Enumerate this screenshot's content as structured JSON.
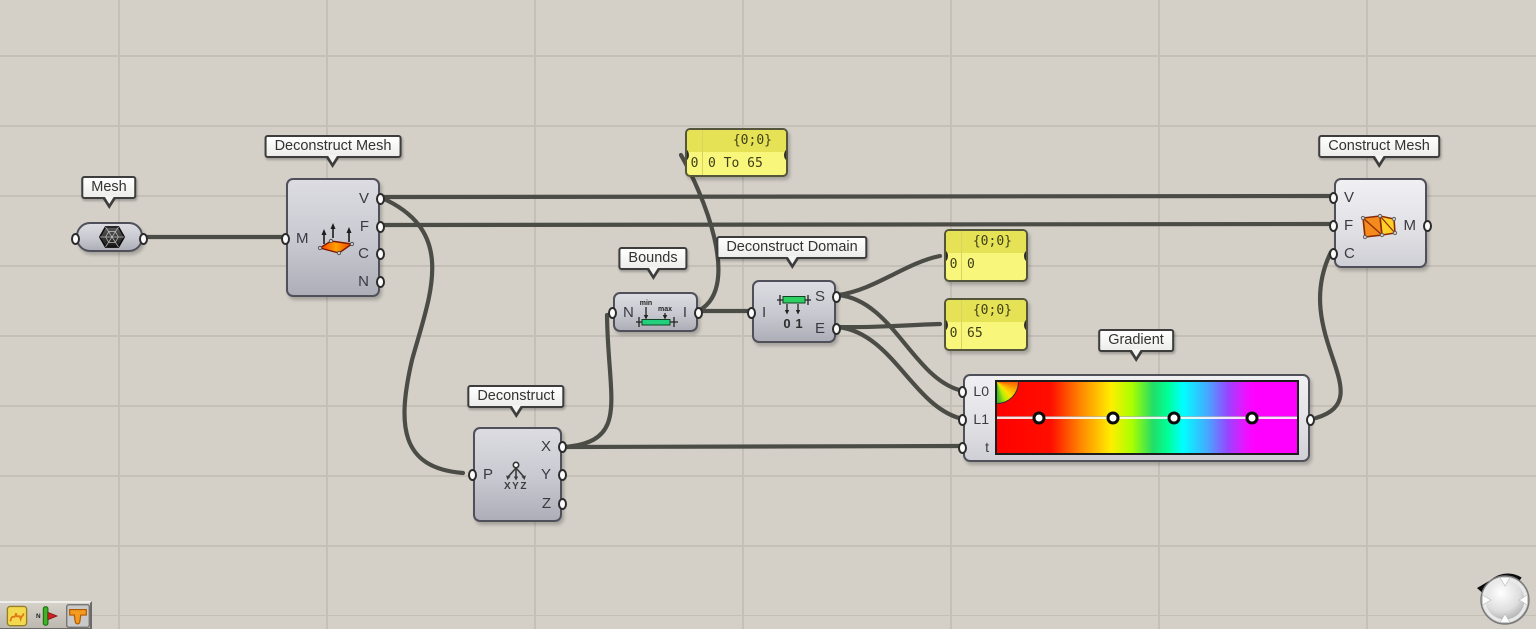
{
  "canvas": {
    "background_color": "#d4d0c8",
    "grid_color": "#c4c0b8",
    "wire_color": "#4c4c47"
  },
  "components": {
    "mesh_param": {
      "label": "Mesh",
      "icon": "mesh-hexagon-icon"
    },
    "deconstruct_mesh": {
      "label": "Deconstruct Mesh",
      "icon": "deconstruct-mesh-icon",
      "inputs": [
        {
          "label": "M"
        }
      ],
      "outputs": [
        {
          "label": "V"
        },
        {
          "label": "F"
        },
        {
          "label": "C"
        },
        {
          "label": "N"
        }
      ]
    },
    "deconstruct": {
      "label": "Deconstruct",
      "icon": "deconstruct-point-icon",
      "icon_text": "XYZ",
      "inputs": [
        {
          "label": "P"
        }
      ],
      "outputs": [
        {
          "label": "X"
        },
        {
          "label": "Y"
        },
        {
          "label": "Z"
        }
      ]
    },
    "bounds": {
      "label": "Bounds",
      "icon": "bounds-min-max-icon",
      "icon_text_min": "min",
      "icon_text_max": "max",
      "inputs": [
        {
          "label": "N"
        }
      ],
      "outputs": [
        {
          "label": "I"
        }
      ]
    },
    "deconstruct_domain": {
      "label": "Deconstruct Domain",
      "icon": "deconstruct-domain-icon",
      "icon_text": "0 1",
      "inputs": [
        {
          "label": "I"
        }
      ],
      "outputs": [
        {
          "label": "S"
        },
        {
          "label": "E"
        }
      ]
    },
    "gradient": {
      "label": "Gradient",
      "inputs": [
        {
          "label": "L0"
        },
        {
          "label": "L1"
        },
        {
          "label": "t"
        }
      ],
      "grip_positions": [
        0.14,
        0.385,
        0.59,
        0.85
      ],
      "colors": [
        "#ff0000",
        "#ff8800",
        "#ffee00",
        "#aaff00",
        "#22dd55",
        "#00ff99",
        "#00ffff",
        "#44aaff",
        "#9944ff",
        "#ff00ff"
      ],
      "css_background": "background:linear-gradient(90deg,#ff0000 0%,#ff0f00 18%,#ff8800 28%,#ffee00 38%,#aaff00 45%,#22dd66 52%,#00ff99 57%,#00ffff 62%,#44aaff 70%,#9944ff 77%,#ee11ff 83%,#ff00ff 86%,#ff00ff 100%)"
    },
    "construct_mesh": {
      "label": "Construct Mesh",
      "icon": "construct-mesh-icon",
      "inputs": [
        {
          "label": "V"
        },
        {
          "label": "F"
        },
        {
          "label": "C"
        }
      ],
      "outputs": [
        {
          "label": "M"
        }
      ]
    }
  },
  "panels": {
    "domain": {
      "header": "{0;0}",
      "index": "0",
      "value": "0 To 65"
    },
    "start": {
      "header": "{0;0}",
      "index": "0",
      "value": "0"
    },
    "end": {
      "header": "{0;0}",
      "index": "0",
      "value": "65"
    }
  },
  "widgets": {
    "toolbar_icons": [
      {
        "name": "sketch-widget-icon"
      },
      {
        "name": "align-widget-icon"
      },
      {
        "name": "goo-widget-icon"
      }
    ],
    "compass": {
      "name": "compass-navigation-widget"
    }
  }
}
